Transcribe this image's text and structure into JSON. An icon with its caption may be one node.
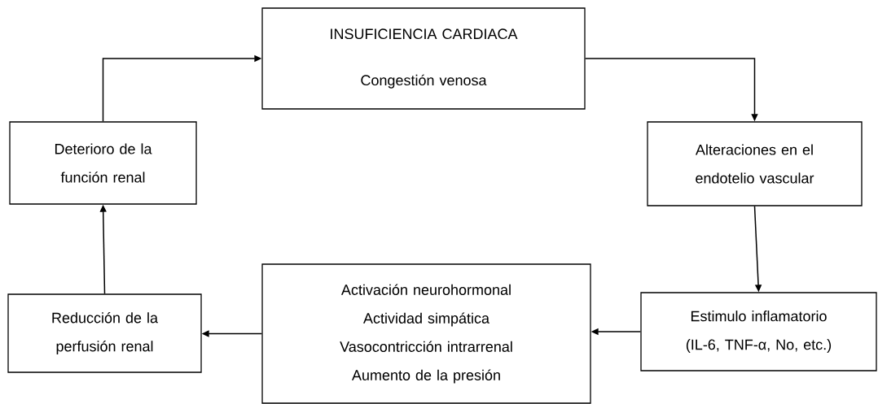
{
  "diagram": {
    "nodes": [
      {
        "text": [
          "INSUFICIENCIA CARDIACA",
          "Congestión venosa"
        ]
      },
      {
        "text": [
          "Alteraciones en el endotelio vascular"
        ]
      },
      {
        "text": [
          "Estimulo inflamatorio (IL-6, TNF-α, No, etc.)"
        ]
      },
      {
        "text": [
          "Activación neurohormonal",
          "Actividad simpática",
          "Vasocontricción intrarrenal",
          "Aumento de la presión"
        ]
      },
      {
        "text": [
          "Reducción de la perfusión renal"
        ]
      },
      {
        "text": [
          "Deterioro de la función renal"
        ]
      }
    ],
    "edges": [
      {
        "from": 0,
        "to": 1,
        "arrow": "to"
      },
      {
        "from": 1,
        "to": 2,
        "arrow": "to"
      },
      {
        "from": 2,
        "to": 3,
        "arrow": "to"
      },
      {
        "from": 3,
        "to": 4,
        "arrow": "to"
      },
      {
        "from": 4,
        "to": 5,
        "arrow": "to"
      },
      {
        "from": 5,
        "to": 0,
        "arrow": "to"
      }
    ]
  }
}
